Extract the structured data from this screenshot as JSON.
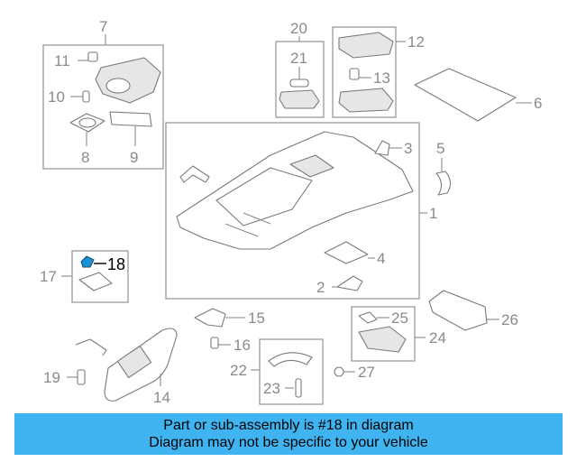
{
  "callouts": {
    "n1": "1",
    "n2": "2",
    "n3": "3",
    "n4": "4",
    "n5": "5",
    "n6": "6",
    "n7": "7",
    "n8": "8",
    "n9": "9",
    "n10": "10",
    "n11": "11",
    "n12": "12",
    "n13": "13",
    "n14": "14",
    "n15": "15",
    "n16": "16",
    "n17": "17",
    "n18": "18",
    "n19": "19",
    "n20": "20",
    "n21": "21",
    "n22": "22",
    "n23": "23",
    "n24": "24",
    "n25": "25",
    "n26": "26",
    "n27": "27"
  },
  "highlighted_part": "18",
  "colors": {
    "banner": "#3fb4f0",
    "highlight_part": "#1c8fd6",
    "line": "#8a8a8a"
  },
  "banner": {
    "line1": "Part or sub-assembly is #18 in diagram",
    "line2": "Diagram may not be specific to your vehicle"
  }
}
